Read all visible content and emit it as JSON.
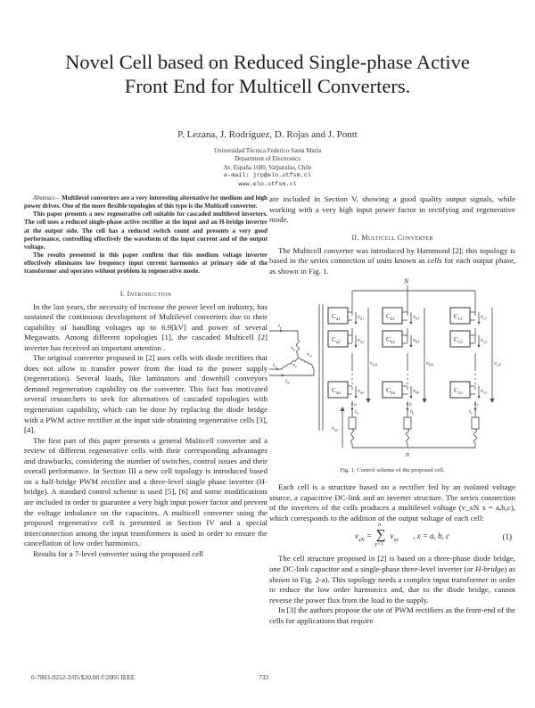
{
  "paper": {
    "title_line1": "Novel Cell based on Reduced Single-phase Active",
    "title_line2": "Front End for Multicell Converters.",
    "authors": "P. Lezana, J. Rodríguez, D. Rojas and J. Pontt",
    "affiliation": {
      "university": "Universidad Técnica Federico Santa María",
      "department": "Department of Electronics",
      "address": "Av. España 1680, Valparaíso, Chile",
      "email": "e-mail:  jrp@elo.utfsm.cl",
      "web": "www.elo.utfsm.cl"
    }
  },
  "abstract": {
    "lead": "Abstract—",
    "p1": "Multilevel converters are a very interesting alternative for medium and high power drives. One of the more flexible topologies of this type is the Multicell converter.",
    "p2": "This paper presents a new regenerative cell suitable for cascaded multilevel inverters. The cell uses a reduced single-phase active rectifier at the input and an H-bridge inverter at the output side. The cell has a reduced switch count and presents a very good performance, controlling effectively the waveform of the input current and of the output voltage.",
    "p3": "The results presented in this paper confirm that this medium voltage inverter effectively eliminates low frequency input current harmonics at primary side of the transformer and operates without problem in regenerative mode."
  },
  "section1": {
    "heading": "I. Introduction",
    "p1": "In the last years, the necessity of increase the power level on industry, has sustained the continuous development of Multilevel converters due to their capability of handling voltages up to 6.9[kV] and power of several Megawatts. Among different topologies [1], the cascaded Multicell [2] inverter has received an important attention .",
    "p2": "The original converter proposed in [2] uses cells with diode rectifiers that does not allow to transfer power from the load to the power supply (regeneration). Several loads, like laminators and downhill conveyors demand regeneration capability on the converter. This fact has motivated several researchers to seek for alternatives of cascaded topologies with regeneration capability, which can be done by replacing the diode bridge with a PWM active rectifier at the input side obtaining regenerative cells [3],[4].",
    "p3": "The first part of this paper presents a general Multicell converter and a review of different regenerative cells with their corresponding advantages and drawbacks, considering the number of switches, control issues and their overall performance. In Section III a new cell topology is introduced based on a half-bridge PWM rectifier and a three-level single phase inverter (H-bridge). A standard control scheme is used [5], [6] and some modifications are included in order to guarantee a very high input power factor and prevent the voltage imbalance on the capacitors. A multicell converter using the proposed regenerative cell is presented in Section IV and a special interconnection among the input transformers is used in order to ensure the cancellation of low order harmonics.",
    "p4": "Results for a 7-level converter using the proposed cell",
    "p4_cont": "are included in Section V, showing a good quality output signals, while working with a very high input power factor in rectifying and regenerative mode."
  },
  "section2": {
    "heading": "II. Multicell Converter",
    "p1_a": "The Multicell converter was introduced by Hammond [2]; this topology is based in the series connection of units known as ",
    "p1_em": "cells",
    "p1_b": " for each output phase, as shown in Fig. 1.",
    "p2": "Each cell is a structure based on a rectifier fed by an isolated voltage source, a capacitive DC-link and an inverter structure. The series connection of the inverters of the cells produces a multilevel voltage (v_xN x = a,b,c), which corresponds to the addition of the output voltage of each cell:",
    "equation": {
      "lhs": "v_xN =",
      "sum_upper": "n",
      "sum_lower": "y=1",
      "term": "v_xy",
      "condition": ",  x = a, b, c",
      "number": "(1)"
    },
    "p3_a": "The cell structure proposed in [2] is based on a three-phase diode bridge, one DC-link capacitor and a single-phase three-level inverter (or ",
    "p3_em": "H-bridge",
    "p3_b": ") as shown in Fig. 2-a). This topology needs a complex input transformer in order to reduce the low order harmonics and, due to the diode bridge, cannot reverse the power flux from the load to the supply.",
    "p4": "In [3] the authors propose the use of PWM rectifiers as the front-end of the cells for applications that require"
  },
  "figure1": {
    "caption": "Fig. 1.  Control scheme of the proposed cell.",
    "labels": {
      "neutral_top": "N",
      "neutral_bottom": "n",
      "currents_in": [
        "i_u",
        "i_v",
        "i_w"
      ],
      "phase_voltages": [
        "v_u",
        "v_v",
        "v_w"
      ],
      "cells_a": [
        "Ca1",
        "Ca2",
        "Can"
      ],
      "cells_b": [
        "Cb1",
        "Cb2",
        "Cbn"
      ],
      "cells_c": [
        "Cc1",
        "Cc2",
        "Ccn"
      ],
      "cell_voltages_a": [
        "v_a1",
        "v_a2",
        "v_an"
      ],
      "cell_voltages_b": [
        "v_b1",
        "v_b2",
        "v_bn"
      ],
      "cell_voltages_c": [
        "v_c1",
        "v_c2",
        "v_cn"
      ],
      "phase_to_N": [
        "v_aN",
        "v_bN",
        "v_cN"
      ],
      "nodes": [
        "a",
        "b",
        "c"
      ],
      "load_currents": [
        "i_a",
        "i_b",
        "i_c"
      ],
      "load_voltage": "v_an"
    }
  },
  "footer": {
    "isbn": "0-7803-9252-3/05/$20.00 ©2005 IEEE",
    "page": "733"
  }
}
